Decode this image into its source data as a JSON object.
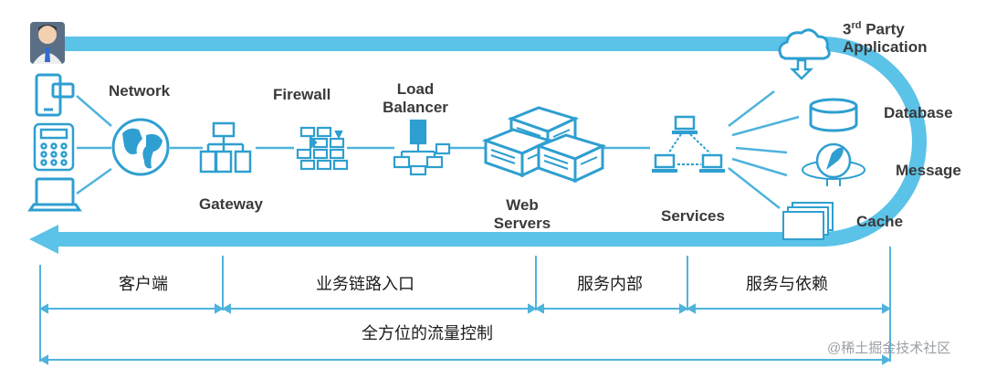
{
  "accent": "#5bc2e8",
  "line_color": "#4fb3dc",
  "icon_color": "#2e9fd0",
  "labels": {
    "network": "Network",
    "firewall": "Firewall",
    "load_balancer_1": "Load",
    "load_balancer_2": "Balancer",
    "gateway": "Gateway",
    "web_servers_1": "Web",
    "web_servers_2": "Servers",
    "services": "Services",
    "third_party_num": "3",
    "third_party_sup": "rd",
    "third_party_rest": " Party",
    "application": "Application",
    "database": "Database",
    "message": "Message",
    "cache": "Cache"
  },
  "segments": [
    "客户端",
    "业务链路入口",
    "服务内部",
    "服务与依赖"
  ],
  "overall": "全方位的流量控制",
  "watermark": "@稀土掘金技术社区",
  "icons": [
    "user-icon",
    "mobile-device-icon",
    "calculator-icon",
    "laptop-icon",
    "globe-icon",
    "gateway-icon",
    "firewall-icon",
    "load-balancer-icon",
    "web-servers-icon",
    "services-icon",
    "cloud-icon",
    "database-icon",
    "message-icon",
    "cache-icon"
  ]
}
